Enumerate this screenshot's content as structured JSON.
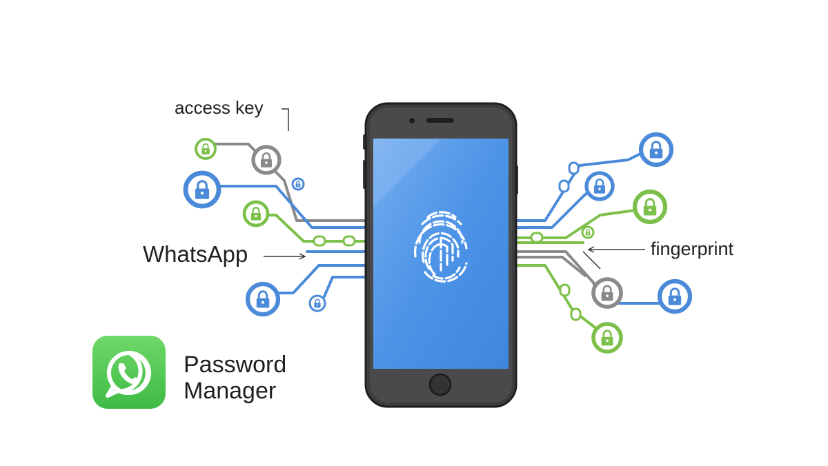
{
  "labels": {
    "access_key": "access key",
    "whatsapp": "WhatsApp",
    "fingerprint": "fingerprint"
  },
  "brand": {
    "title_line1": "Password",
    "title_line2": "Manager",
    "logo_icon": "whatsapp-logo-icon"
  },
  "colors": {
    "blue": "#4a8ad8",
    "green": "#7dc04b",
    "gray": "#8a8a8a",
    "phone_screen": "#4d93e6",
    "phone_body": "#3a3a3a"
  },
  "icons": {
    "lock": "padlock-icon",
    "fingerprint": "fingerprint-icon"
  }
}
